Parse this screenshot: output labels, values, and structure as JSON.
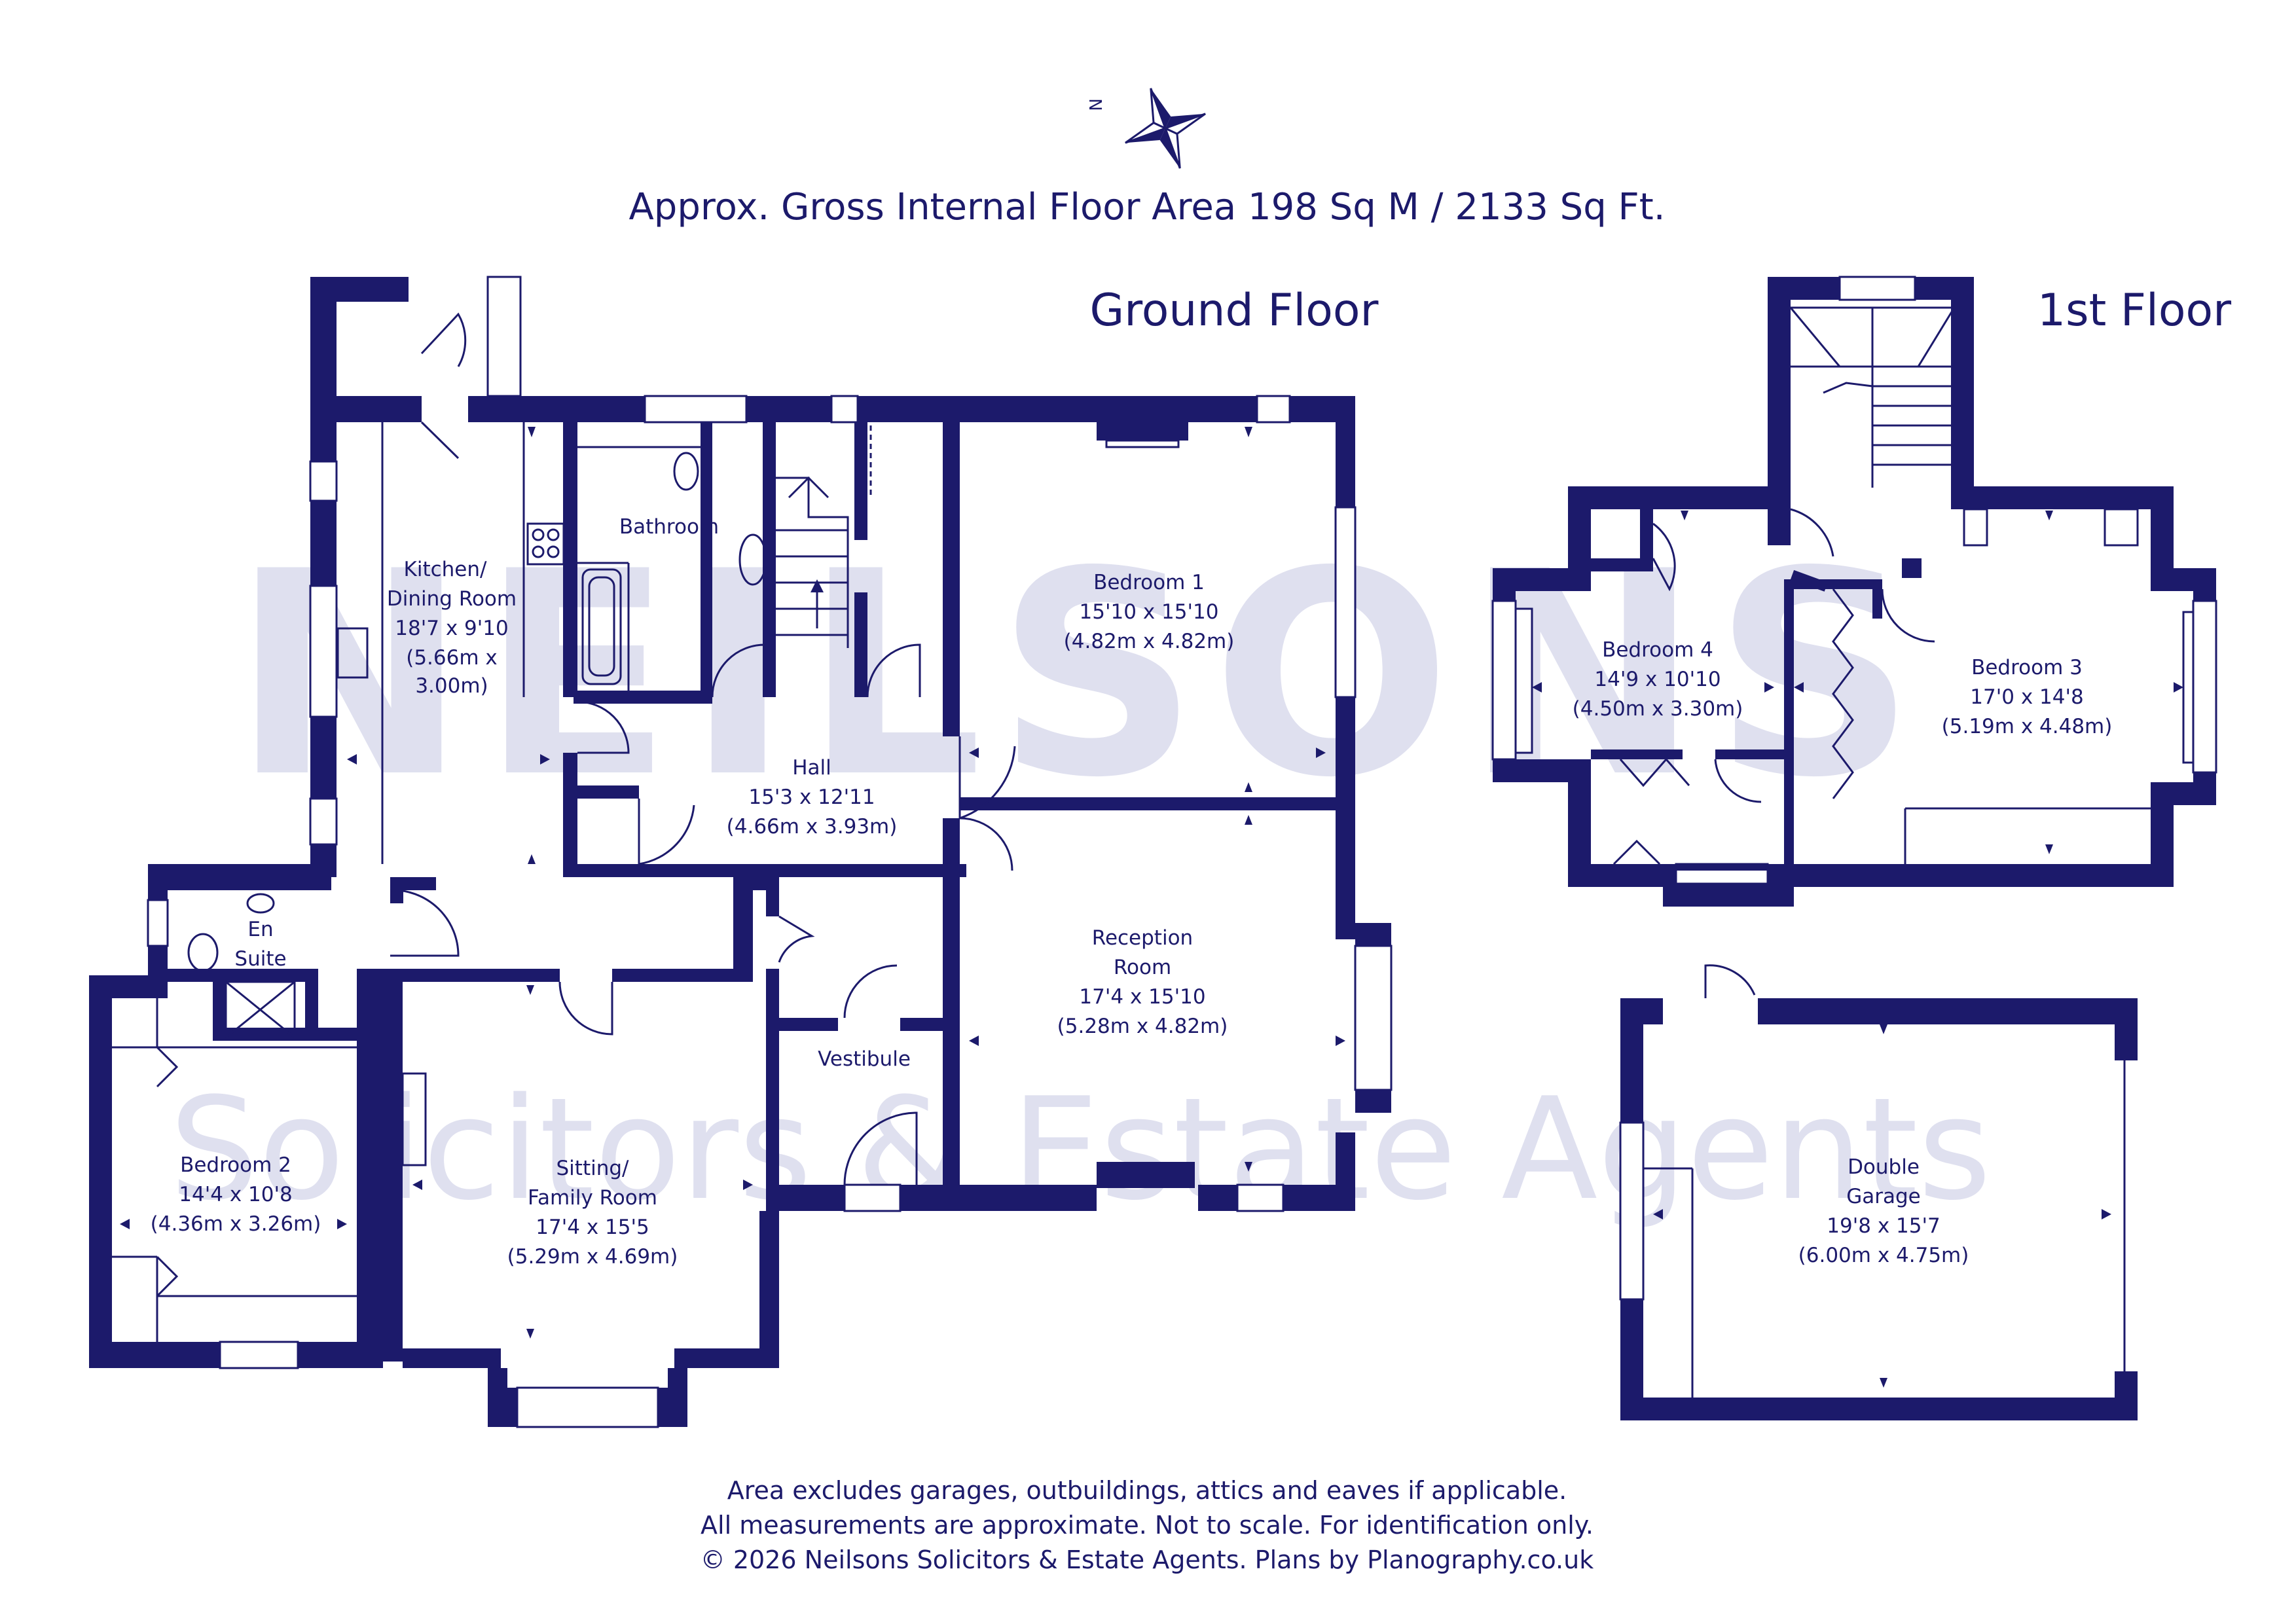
{
  "header": {
    "area_title": "Approx. Gross Internal Floor Area 198 Sq M / 2133 Sq Ft.",
    "compass_letter": "N",
    "compass_icon": "compass-rose-icon"
  },
  "watermark": {
    "brand": "NEILSONS",
    "tagline": "Solicitors & Estate Agents"
  },
  "floors": {
    "ground": "Ground Floor",
    "first": "1st Floor"
  },
  "rooms": {
    "kitchen": {
      "name1": "Kitchen/",
      "name2": "Dining Room",
      "imperial": "18'7 x 9'10",
      "metric1": "(5.66m x",
      "metric2": "3.00m)"
    },
    "bathroom": {
      "name": "Bathroom"
    },
    "bedroom1": {
      "name": "Bedroom 1",
      "imperial": "15'10 x 15'10",
      "metric": "(4.82m x 4.82m)"
    },
    "hall": {
      "name": "Hall",
      "imperial": "15'3 x 12'11",
      "metric": "(4.66m x 3.93m)"
    },
    "reception": {
      "name1": "Reception",
      "name2": "Room",
      "imperial": "17'4 x 15'10",
      "metric": "(5.28m x 4.82m)"
    },
    "ensuite": {
      "name1": "En",
      "name2": "Suite"
    },
    "vestibule": {
      "name": "Vestibule"
    },
    "bedroom2": {
      "name": "Bedroom 2",
      "imperial": "14'4 x 10'8",
      "metric": "(4.36m x 3.26m)"
    },
    "sitting": {
      "name1": "Sitting/",
      "name2": "Family Room",
      "imperial": "17'4 x 15'5",
      "metric": "(5.29m x 4.69m)"
    },
    "bedroom4": {
      "name": "Bedroom 4",
      "imperial": "14'9 x 10'10",
      "metric": "(4.50m x 3.30m)"
    },
    "bedroom3": {
      "name": "Bedroom 3",
      "imperial": "17'0 x 14'8",
      "metric": "(5.19m x 4.48m)"
    },
    "garage": {
      "name1": "Double",
      "name2": "Garage",
      "imperial": "19'8 x 15'7",
      "metric": "(6.00m x 4.75m)"
    }
  },
  "footer": {
    "line1": "Area excludes garages, outbuildings, attics and eaves if applicable.",
    "line2": "All measurements are approximate. Not to scale. For identification only.",
    "line3": "© 2026 Neilsons Solicitors & Estate Agents. Plans by Planography.co.uk"
  },
  "colors": {
    "ink": "#1c1a6b",
    "watermark": "#dfe0ef",
    "background": "#ffffff"
  }
}
